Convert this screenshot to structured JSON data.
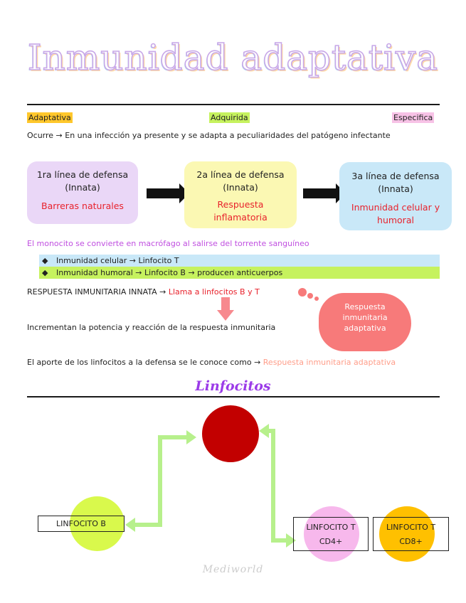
{
  "title": "Inmunidad adaptativa",
  "tags": {
    "left": "Adaptativa",
    "center": "Adquirida",
    "right": "Especifica"
  },
  "intro": "Ocurre → En una infección ya presente y se adapta a peculiaridades del patógeno infectante",
  "boxes": [
    {
      "line1": "1ra línea de defensa",
      "line2": "(Innata)",
      "detail": "Barreras naturales"
    },
    {
      "line1": "2a línea de defensa",
      "line2": "(Innata)",
      "detail": "Respuesta inflamatoria"
    },
    {
      "line1": "3a línea de defensa",
      "line2": "(Innata)",
      "detail": "Inmunidad celular y humoral"
    }
  ],
  "monocyte_note": "El monocito se convierte en macrófago al salirse del torrente sanguíneo",
  "bullets": [
    {
      "text": "Inmunidad celular → Linfocito T"
    },
    {
      "text": "Inmunidad humoral → Linfocito B → producen anticuerpos"
    }
  ],
  "innate_line": {
    "prefix": "RESPUESTA INMUNITARIA INNATA →",
    "highlight": "Llama a linfocitos B y T"
  },
  "cloud_text": "Respuesta inmunitaria adaptativa",
  "increase_line": "Incrementan la potencia y reacción de la respuesta inmunitaria",
  "aporte_line": {
    "prefix": "El aporte de los linfocitos a la defensa se le conoce como →",
    "highlight": "Respuesta inmunitaria adaptativa"
  },
  "section_title": "Linfocitos",
  "cells": {
    "b": "LINFOCITO B",
    "t_cd4": {
      "name": "LINFOCITO T",
      "sub": "CD4+"
    },
    "t_cd8": {
      "name": "LINFOCITO T",
      "sub": "CD8+"
    }
  },
  "watermark": "Mediworld",
  "colors": {
    "tag_left": "#ffc72c",
    "tag_center": "#c6f25e",
    "tag_right": "#f7c2e6",
    "box1": "#ead7f7",
    "box2": "#fbf8b3",
    "box3": "#c9e8f8",
    "bullet1": "#c9e8f8",
    "bullet2": "#c6f25e",
    "monocyte_text": "#c04fe0",
    "orange_text": "#ff9e8a",
    "red_circle": "#c20000",
    "green_circle": "#d9f94c",
    "pink_circle": "#f7b8ec",
    "orange_circle": "#ffc000"
  }
}
